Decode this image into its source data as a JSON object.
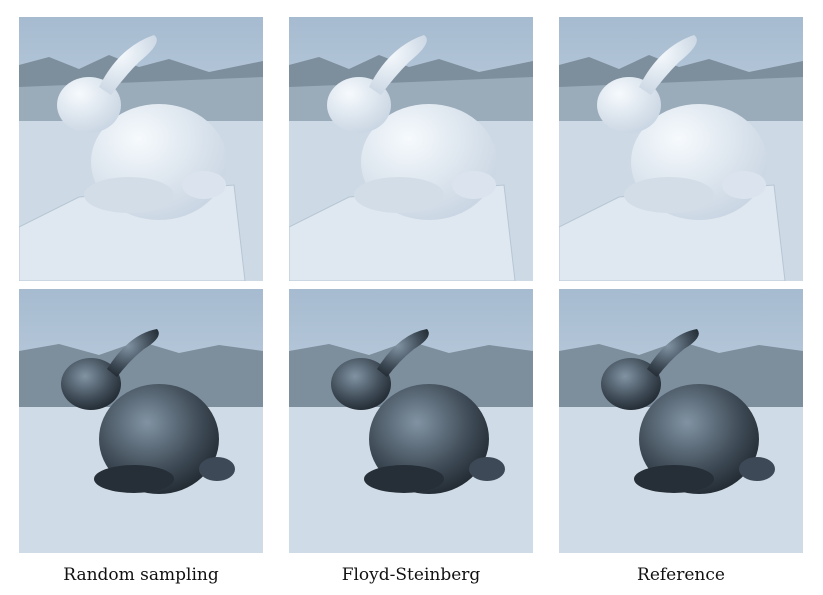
{
  "columns": [
    {
      "caption": "Random sampling"
    },
    {
      "caption": "Floyd-Steinberg"
    },
    {
      "caption": "Reference"
    }
  ],
  "rows": [
    {
      "material": "diffuse"
    },
    {
      "material": "glossy"
    }
  ],
  "colors": {
    "sky_top": "#a9bdd1",
    "sky_bottom": "#d6e2ed",
    "ground": "#c8d5e2",
    "mountain": "#6d7f8f",
    "diffuse_bunny": "#e6eef6",
    "glossy_bunny": "#2f3a44"
  }
}
